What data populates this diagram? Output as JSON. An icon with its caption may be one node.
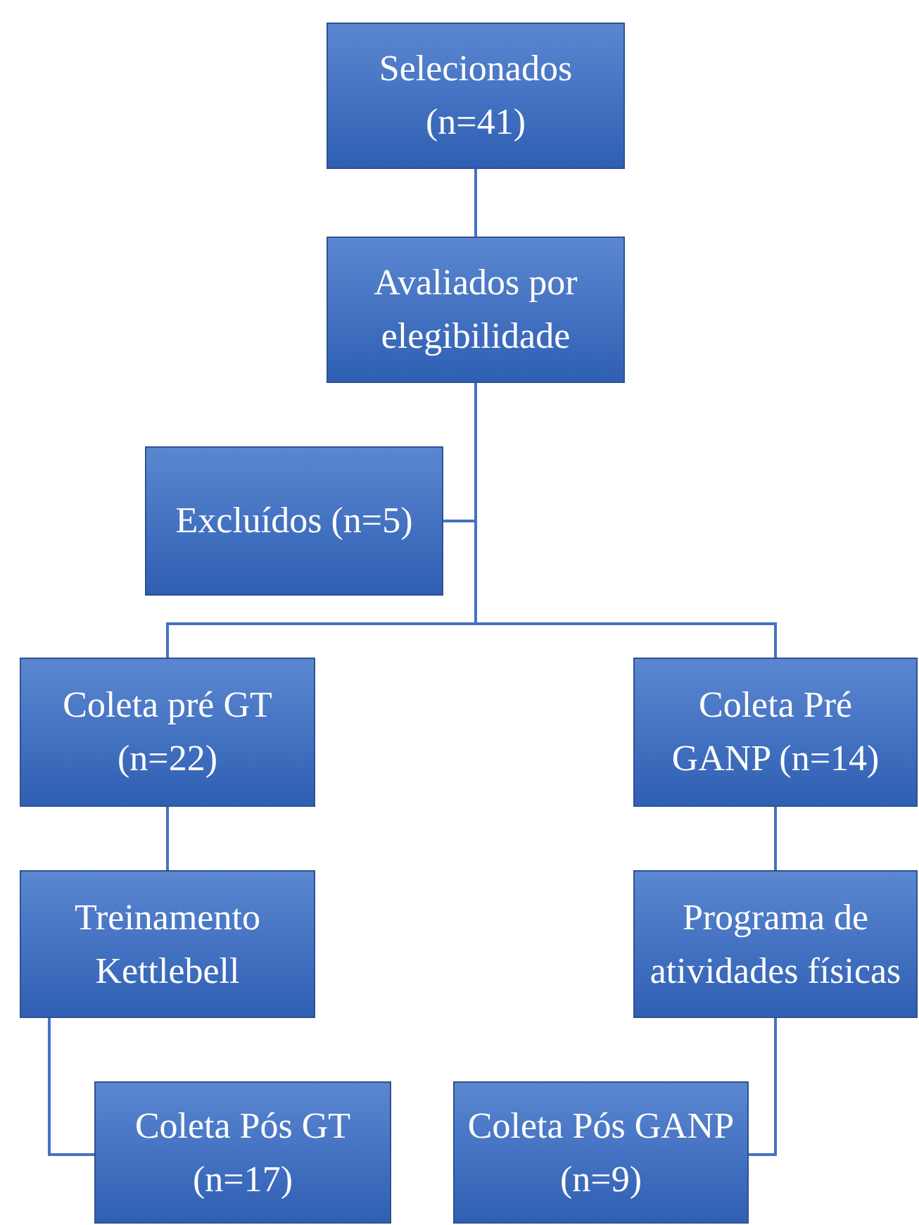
{
  "diagram": {
    "nodes": [
      {
        "text": [
          "Selecionados (n=41)"
        ]
      },
      {
        "text": [
          "Avaliados por elegibilidade"
        ]
      },
      {
        "text": [
          "Excluídos (n=5)"
        ]
      },
      {
        "text": [
          "Coleta pré GT (n=22)"
        ]
      },
      {
        "text": [
          "Coleta Pré GANP (n=14)"
        ]
      },
      {
        "text": [
          "Treinamento Kettlebell"
        ]
      },
      {
        "text": [
          "Programa de atividades físicas"
        ]
      },
      {
        "text": [
          "Coleta Pós GT (n=17)"
        ]
      },
      {
        "text": [
          "Coleta Pós GANP (n=9)"
        ]
      }
    ],
    "edges": [
      {
        "from": 0,
        "to": 1,
        "arrow": "none"
      },
      {
        "from": 1,
        "to": 2,
        "arrow": "none"
      },
      {
        "from": 1,
        "to": 3,
        "arrow": "none"
      },
      {
        "from": 1,
        "to": 4,
        "arrow": "none"
      },
      {
        "from": 3,
        "to": 5,
        "arrow": "none"
      },
      {
        "from": 4,
        "to": 6,
        "arrow": "none"
      },
      {
        "from": 5,
        "to": 7,
        "arrow": "none"
      },
      {
        "from": 6,
        "to": 8,
        "arrow": "none"
      }
    ]
  }
}
